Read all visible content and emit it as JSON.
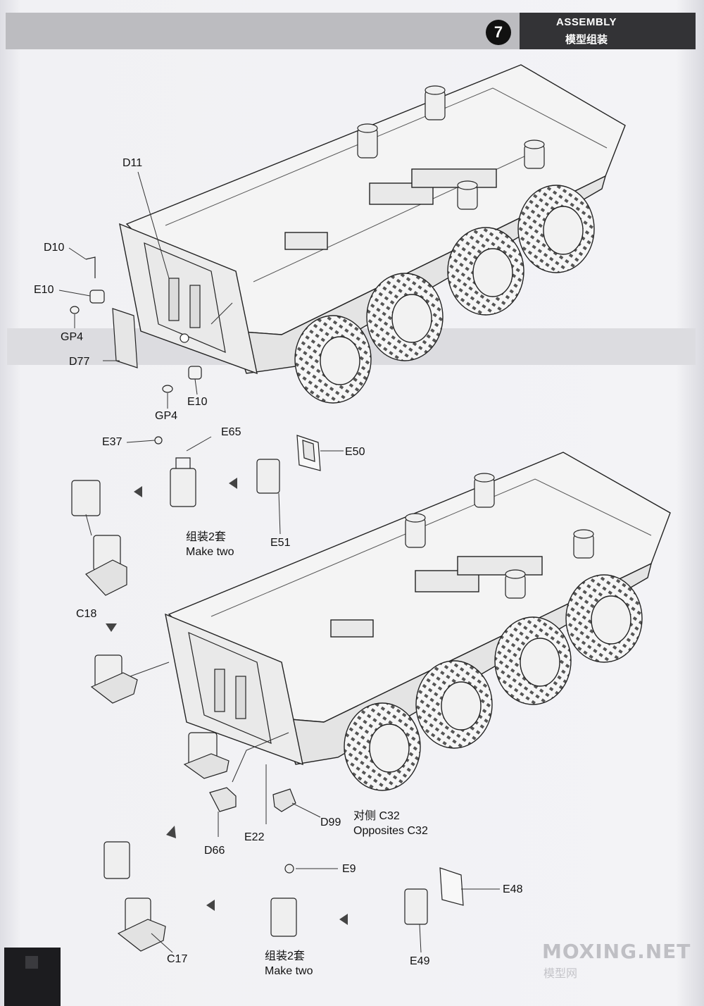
{
  "header": {
    "step_number": "7",
    "title_en": "ASSEMBLY",
    "title_zh": "模型组装"
  },
  "labels": {
    "d11": "D11",
    "d10": "D10",
    "e10_top": "E10",
    "gp4_top": "GP4",
    "d77": "D77",
    "e10_bottom": "E10",
    "gp4_bottom": "GP4",
    "e37": "E37",
    "e65": "E65",
    "e50": "E50",
    "e51": "E51",
    "c18": "C18",
    "d99": "D99",
    "e22": "E22",
    "d66": "D66",
    "e9": "E9",
    "e48": "E48",
    "e49": "E49",
    "c17": "C17"
  },
  "notes": {
    "make_two_1_zh": "组装2套",
    "make_two_1_en": "Make two",
    "opposite_zh": "对侧 C32",
    "opposite_en": "Opposites C32",
    "make_two_2_zh": "组装2套",
    "make_two_2_en": "Make two"
  },
  "watermark": {
    "text": "MOXING.NET",
    "text_zh": "模型网"
  }
}
